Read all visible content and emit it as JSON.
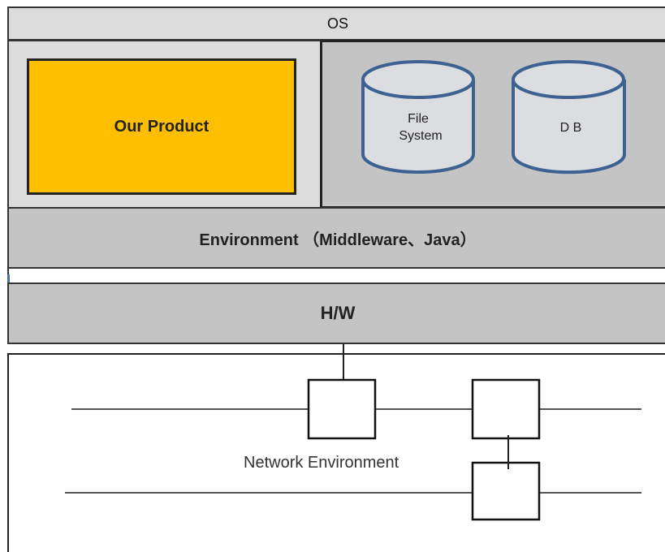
{
  "layers": {
    "os": "OS",
    "product": "Our Product",
    "environment": "Environment （Middleware、Java）",
    "hardware": "H/W"
  },
  "storage": {
    "file_system_line1": "File",
    "file_system_line2": "System",
    "db": "D B"
  },
  "network": {
    "label": "Network Environment"
  },
  "colors": {
    "product_fill": "#ffbe00",
    "panel_light": "#dcdcdc",
    "panel_dark": "#c4c4c4",
    "cylinder_stroke": "#3d6191",
    "cylinder_fill": "#dcdde0"
  }
}
